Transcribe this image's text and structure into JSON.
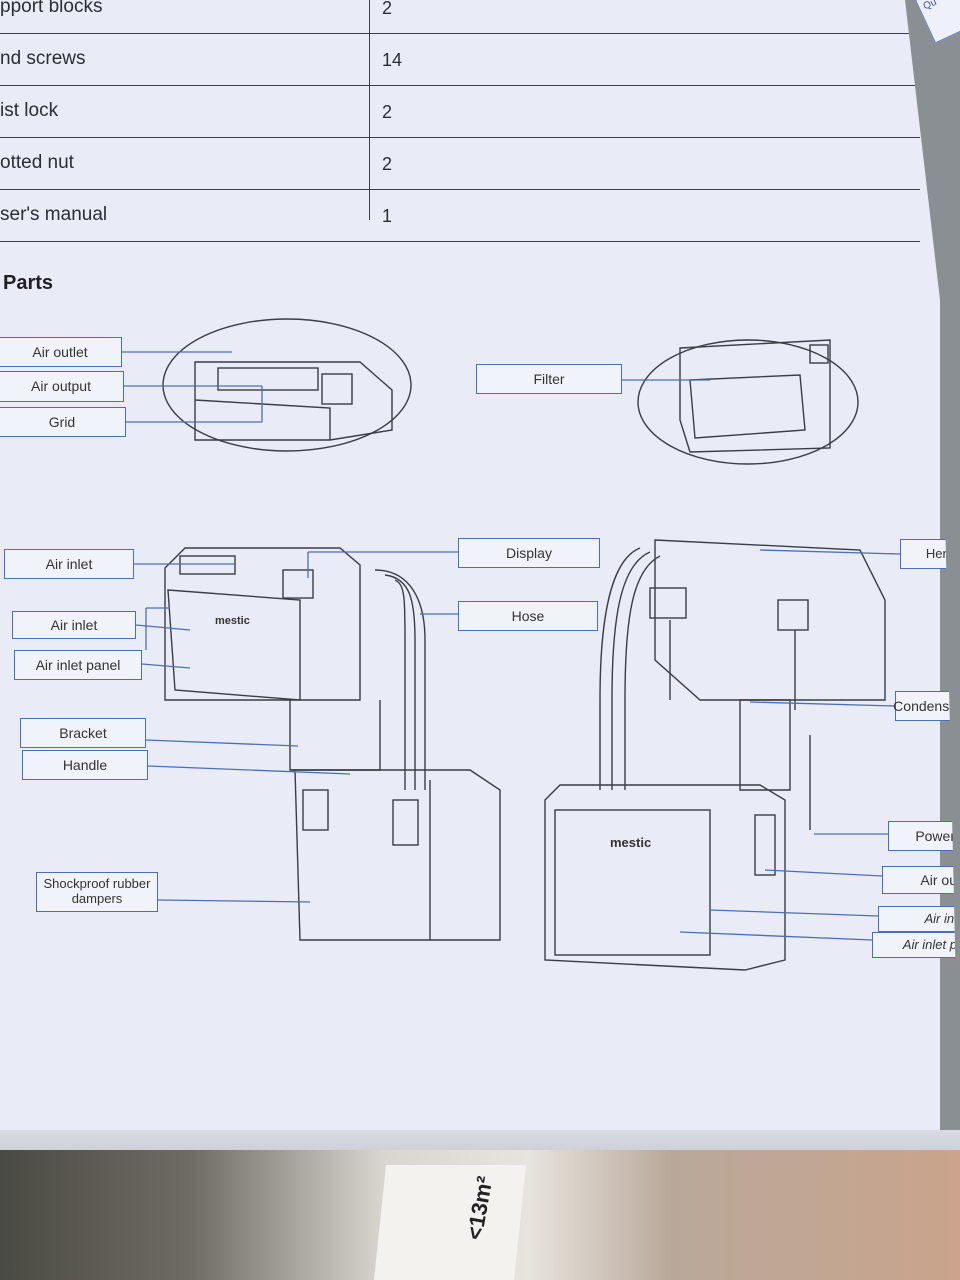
{
  "table": {
    "rows": [
      {
        "item": "pport blocks",
        "qty": "2"
      },
      {
        "item": "nd screws",
        "qty": "14"
      },
      {
        "item": "ist lock",
        "qty": "2"
      },
      {
        "item": "otted nut",
        "qty": "2"
      },
      {
        "item": "ser's manual",
        "qty": "1"
      }
    ]
  },
  "section": {
    "title": "Parts"
  },
  "corner_tab": "Qu",
  "labels": {
    "air_outlet": "Air outlet",
    "air_output": "Air output",
    "grid": "Grid",
    "filter": "Filter",
    "air_inlet_top": "Air inlet",
    "display": "Display",
    "hose": "Hose",
    "air_inlet_mid": "Air inlet",
    "air_inlet_panel": "Air inlet panel",
    "bracket": "Bracket",
    "handle": "Handle",
    "shockproof": "Shockproof rubber dampers",
    "hend": "Hend",
    "condensa": "Condensa",
    "power": "Power",
    "air_ou": "Air ou",
    "air_inl": "Air inl",
    "air_inlet_p": "Air inlet p"
  },
  "brand": {
    "name": "mestic"
  },
  "box": {
    "area": "<13m²"
  }
}
